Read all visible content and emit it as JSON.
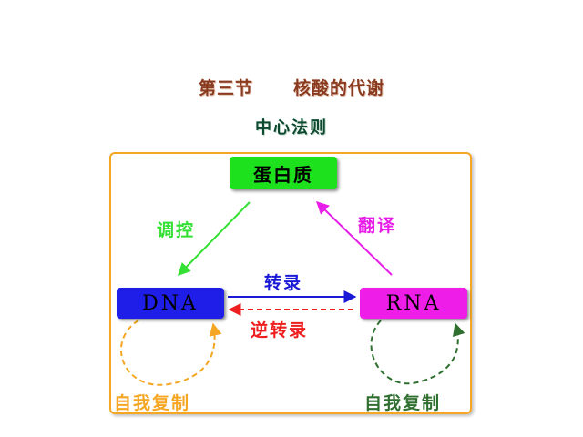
{
  "title": {
    "part1": "第三节",
    "part2": "核酸的代谢"
  },
  "subtitle": "中心法则",
  "nodes": {
    "protein": "蛋白质",
    "dna": "DNA",
    "rna": "RNA"
  },
  "labels": {
    "regulation": "调控",
    "translation": "翻译",
    "transcription": "转录",
    "reverse_transcription": "逆转录",
    "self_replication_dna": "自我复制",
    "self_replication_rna": "自我复制"
  },
  "colors": {
    "frame": "#f5a623",
    "protein": "#1ce11c",
    "dna": "#1e1ee8",
    "rna": "#ee1ee8",
    "regulation_arrow": "#33e033",
    "translation_arrow": "#e81ee8",
    "transcription_arrow": "#1a1ad6",
    "reverse_transcription_arrow": "#ee1e1e",
    "dna_replication": "#f5a623",
    "rna_replication": "#2f6f2f"
  }
}
